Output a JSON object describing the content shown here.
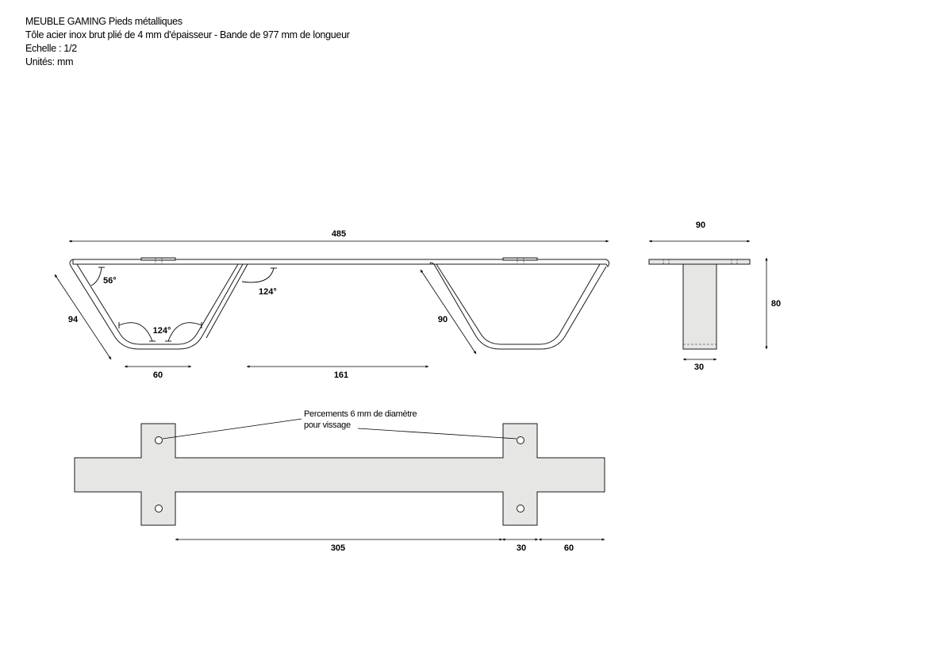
{
  "header": {
    "title": "MEUBLE GAMING Pieds métalliques",
    "material": "Tôle acier inox brut plié de 4 mm d'épaisseur - Bande de 977 mm de longueur",
    "scale": "Echelle : 1/2",
    "units": "Unités: mm"
  },
  "front_view": {
    "total_length": "485",
    "left_slant": "94",
    "right_slant": "90",
    "bottom_flat": "60",
    "gap_between": "161",
    "angle_top_left": "56°",
    "angle_top_right": "124°",
    "angle_bottom": "124°"
  },
  "side_view": {
    "width": "90",
    "height": "80",
    "leg_width": "30"
  },
  "flat_view": {
    "hole_note_line1": "Percements 6 mm de diamètre",
    "hole_note_line2": "pour vissage",
    "span": "305",
    "tab_width": "30",
    "end_length": "60"
  },
  "colors": {
    "metal_fill": "#e6e7e5",
    "line": "#1a1a1a"
  }
}
